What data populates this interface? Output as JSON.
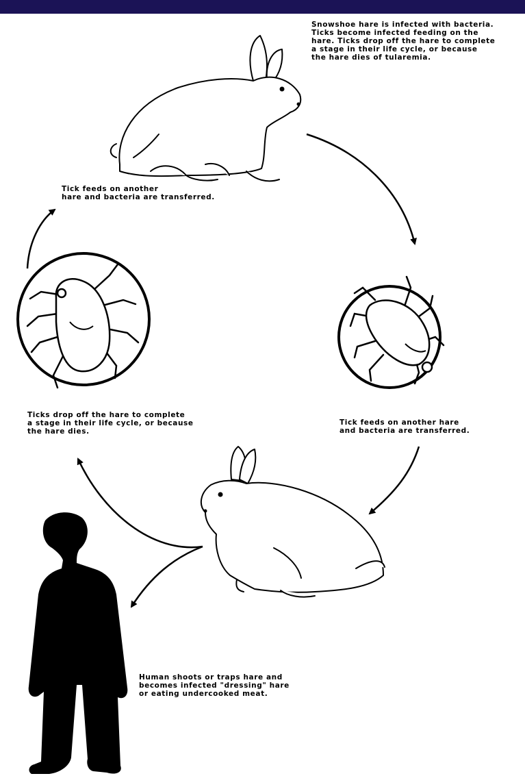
{
  "colors": {
    "header_bar": "#1b1356",
    "ink": "#000000",
    "paper": "#ffffff"
  },
  "captions": {
    "hare_infected": "Snowshoe hare is infected with bacteria.\nTicks become infected feeding on the\nhare. Ticks drop off the hare to complete\na stage in their life cycle, or because\nthe hare dies of tularemia.",
    "tick_feeds_left": "Tick feeds on another\nhare and bacteria are transferred.",
    "tick_feeds_right": "Tick feeds on another hare\nand bacteria are transferred.",
    "ticks_drop": "Ticks drop off the hare to complete\na stage in their life cycle, or because\nthe hare dies.",
    "human_infected": "Human shoots or traps hare and\nbecomes infected \"dressing\" hare\nor eating undercooked meat."
  },
  "icons": {
    "top_hare": "snowshoe-hare-icon",
    "bottom_hare": "snowshoe-hare-icon",
    "right_tick": "tick-icon",
    "left_tick": "tick-icon",
    "human": "human-silhouette-icon"
  }
}
